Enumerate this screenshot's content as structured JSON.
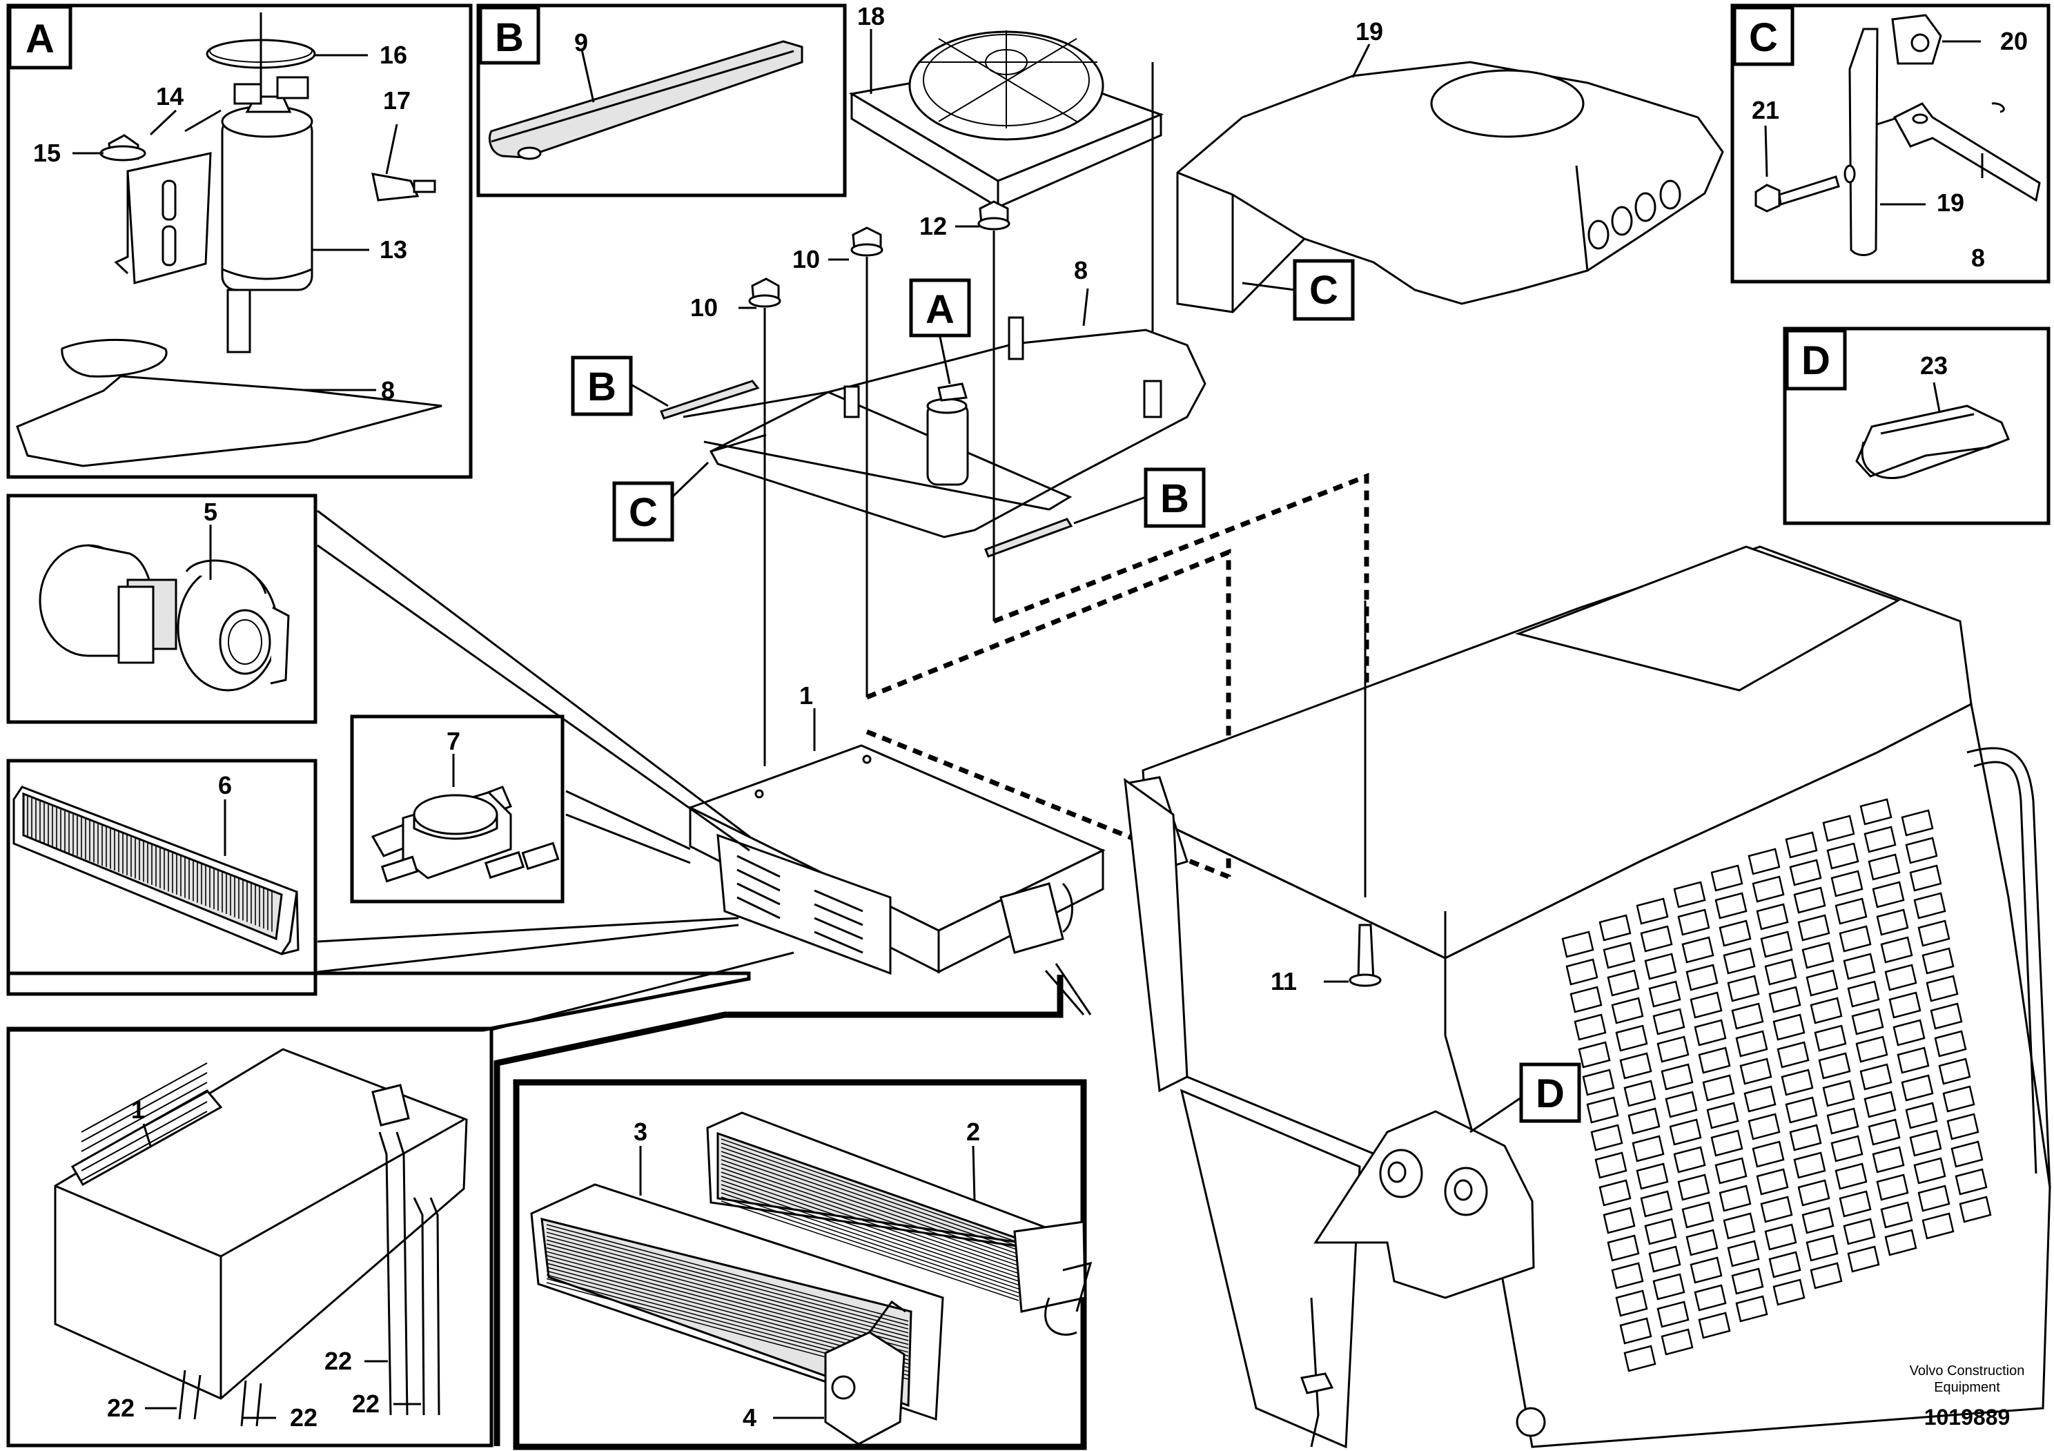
{
  "callouts": {
    "a": "A",
    "b": "B",
    "c": "C",
    "d": "D"
  },
  "parts": {
    "p1": "1",
    "p2": "2",
    "p3": "3",
    "p4": "4",
    "p5": "5",
    "p6": "6",
    "p7": "7",
    "p8": "8",
    "p9": "9",
    "p10": "10",
    "p11": "11",
    "p12": "12",
    "p13": "13",
    "p14": "14",
    "p15": "15",
    "p16": "16",
    "p17": "17",
    "p18": "18",
    "p19": "19",
    "p20": "20",
    "p21": "21",
    "p22": "22",
    "p23": "23"
  },
  "footer": {
    "brand_line1": "Volvo Construction",
    "brand_line2": "Equipment",
    "doc_number": "1019889"
  },
  "colors": {
    "ink": "#000000",
    "paper": "#ffffff",
    "shade": "#e4e4e4"
  }
}
